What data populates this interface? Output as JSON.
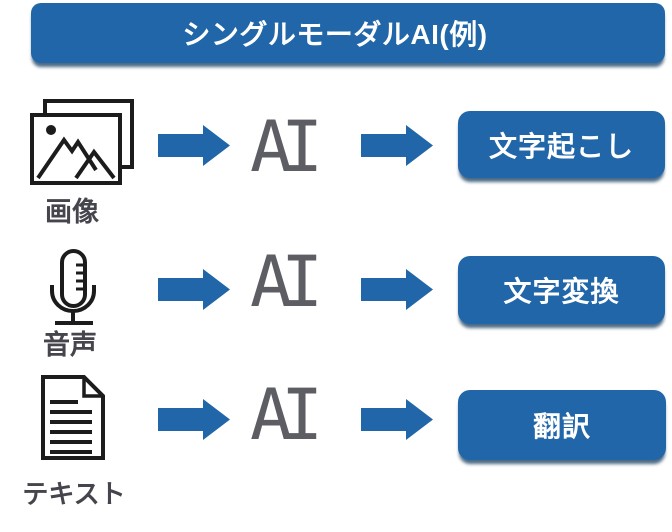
{
  "header": {
    "title": "シングルモーダルAI(例)"
  },
  "colors": {
    "primary_blue": "#2066a8",
    "shadow_blue": "#10406a",
    "ai_gray": "#5d5d64",
    "label_gray": "#45454d",
    "icon_black": "#1c1c1c",
    "text_white": "#ffffff"
  },
  "rows": [
    {
      "icon": "image-icon",
      "input_label": "画像",
      "ai_label": "AI",
      "output_label": "文字起こし"
    },
    {
      "icon": "microphone-icon",
      "input_label": "音声",
      "ai_label": "AI",
      "output_label": "文字変換"
    },
    {
      "icon": "document-icon",
      "input_label": "テキスト",
      "ai_label": "AI",
      "output_label": "翻訳"
    }
  ]
}
